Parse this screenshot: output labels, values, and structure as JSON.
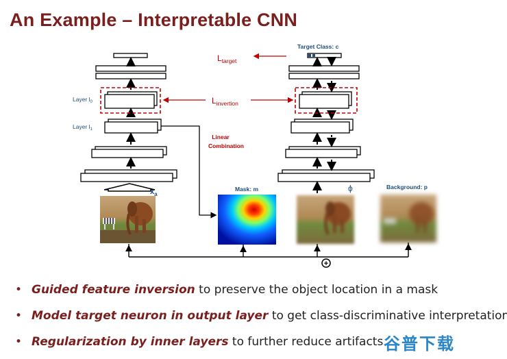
{
  "slide": {
    "title": "An Example – Interpretable CNN"
  },
  "diagram": {
    "layer_l0_label": "Layer l",
    "layer_l0_sub": "0",
    "layer_l1_label": "Layer l",
    "layer_l1_sub": "1",
    "l_target_main": "L",
    "l_target_sub": "target",
    "l_invertion_main": "L",
    "l_invertion_sub": "invertion",
    "linear_combination_line1": "Linear",
    "linear_combination_line2": "Combination",
    "target_class_label": "Target Class: c",
    "x_label": "x",
    "x_sub": "a",
    "mask_label": "Mask: m",
    "phi_label": "ϕ",
    "background_label": "Background: p",
    "plus_symbol": "+"
  },
  "bullets": [
    {
      "emph": "Guided feature inversion",
      "rest": " to preserve the object location in a mask"
    },
    {
      "emph": "Model target neuron in output layer",
      "rest": " to get class-discriminative interpretation"
    },
    {
      "emph": "Regularization by inner layers",
      "rest": " to further reduce artifacts"
    }
  ],
  "watermark": "谷普下载",
  "colors": {
    "title": "#7a1e1e",
    "loss_red": "#c00000",
    "label_blue": "#1f4e79",
    "emphasis": "#7a1e1e"
  }
}
